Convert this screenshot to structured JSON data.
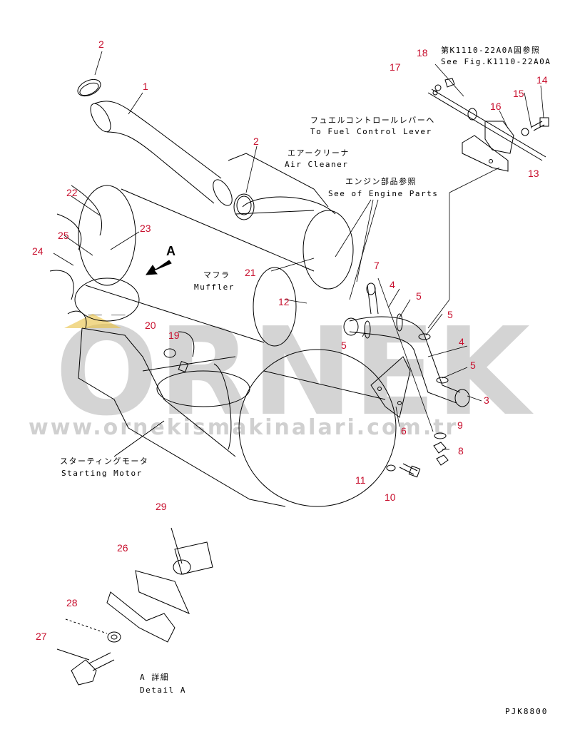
{
  "diagram": {
    "watermark": {
      "logo": "ÖRNEK",
      "url": "www.ornekismakinalari.com.tr",
      "color": "#d0d0d0"
    },
    "drawing_code": "PJK8800",
    "view_marker": "A",
    "accent_color": "#c8102e",
    "labels": {
      "see_fig_jp": "第K1110-22A0A図参照",
      "see_fig_en": "See Fig.K1110-22A0A",
      "fuel_jp": "フュエルコントロールレバーへ",
      "fuel_en": "To Fuel Control Lever",
      "air_jp": "エアークリーナ",
      "air_en": "Air Cleaner",
      "engine_jp": "エンジン部品参照",
      "engine_en": "See of Engine Parts",
      "muffler_jp": "マフラ",
      "muffler_en": "Muffler",
      "starting_jp": "スターティングモータ",
      "starting_en": "Starting Motor",
      "detail_jp": "A 詳細",
      "detail_en": "Detail A"
    },
    "part_numbers": {
      "n1": "1",
      "n2a": "2",
      "n2b": "2",
      "n3": "3",
      "n4a": "4",
      "n4b": "4",
      "n5a": "5",
      "n5b": "5",
      "n5c": "5",
      "n5d": "5",
      "n6": "6",
      "n7": "7",
      "n8": "8",
      "n9": "9",
      "n10": "10",
      "n11": "11",
      "n12": "12",
      "n13": "13",
      "n14": "14",
      "n15": "15",
      "n16": "16",
      "n17": "17",
      "n18": "18",
      "n19": "19",
      "n20": "20",
      "n21": "21",
      "n22": "22",
      "n23": "23",
      "n24": "24",
      "n25": "25",
      "n26": "26",
      "n27": "27",
      "n28": "28",
      "n29": "29"
    }
  }
}
